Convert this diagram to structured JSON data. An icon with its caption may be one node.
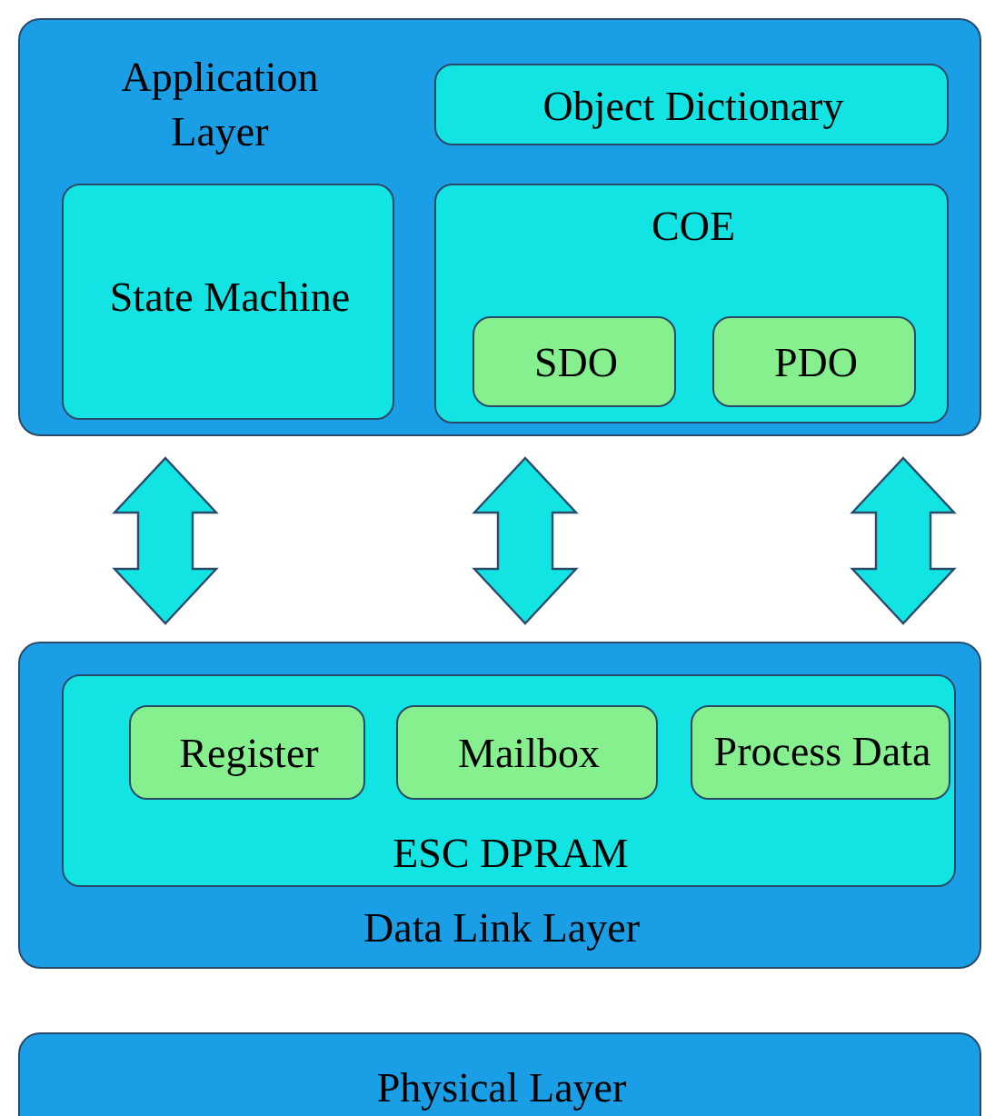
{
  "diagram": {
    "nodes": [
      {
        "text": [
          "Application Layer"
        ]
      },
      {
        "text": [
          "Object Dictionary"
        ],
        "in": 0
      },
      {
        "text": [
          "State Machine"
        ],
        "in": 0
      },
      {
        "text": [
          "COE"
        ],
        "in": 0
      },
      {
        "text": [
          "SDO"
        ],
        "in": 3
      },
      {
        "text": [
          "PDO"
        ],
        "in": 3
      },
      {
        "text": [
          "Data Link Layer"
        ]
      },
      {
        "text": [
          "ESC DPRAM"
        ],
        "in": 6
      },
      {
        "text": [
          "Register"
        ],
        "in": 7
      },
      {
        "text": [
          "Mailbox"
        ],
        "in": 7
      },
      {
        "text": [
          "Process Data"
        ],
        "in": 7
      },
      {
        "text": [
          "Physical Layer"
        ]
      }
    ],
    "edges": [
      {
        "from": 0,
        "to": 6,
        "arrow": "both"
      },
      {
        "from": 0,
        "to": 6,
        "arrow": "both"
      },
      {
        "from": 0,
        "to": 6,
        "arrow": "both"
      }
    ]
  }
}
